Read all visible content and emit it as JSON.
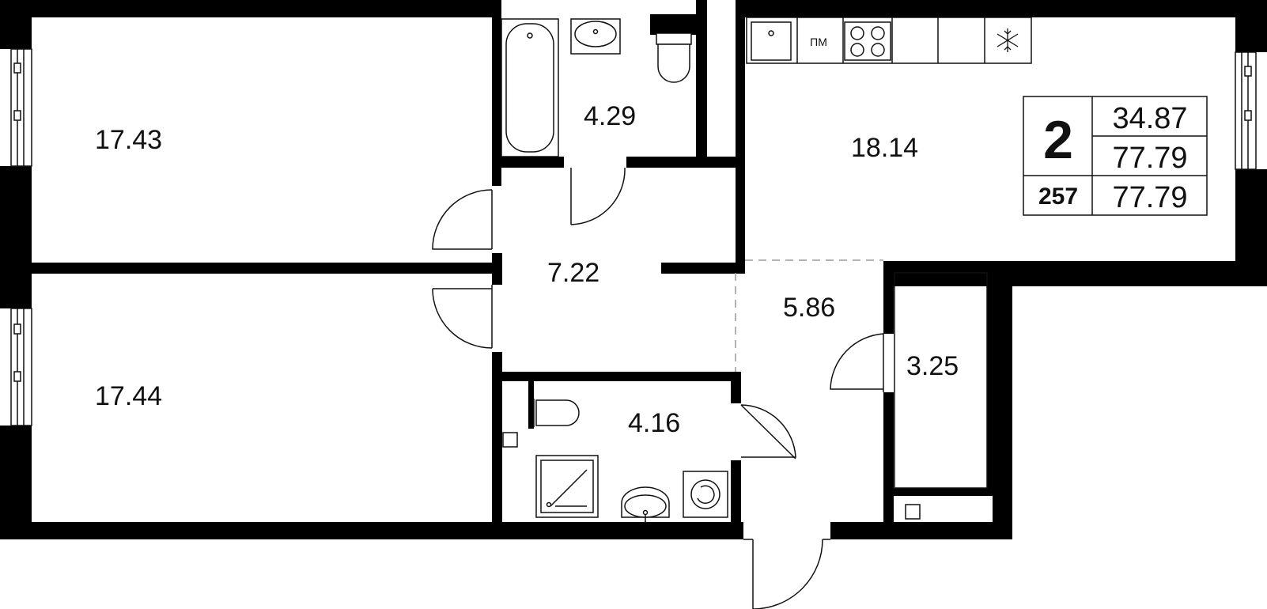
{
  "rooms": [
    {
      "id": "bedroom-1",
      "area": "17.43"
    },
    {
      "id": "bedroom-2",
      "area": "17.44"
    },
    {
      "id": "bathroom",
      "area": "4.29"
    },
    {
      "id": "hallway",
      "area": "7.22"
    },
    {
      "id": "kitchen-living",
      "area": "18.14"
    },
    {
      "id": "corridor",
      "area": "5.86"
    },
    {
      "id": "storage",
      "area": "3.25"
    },
    {
      "id": "shower-room",
      "area": "4.16"
    }
  ],
  "info": {
    "rooms_count": "2",
    "apartment_number": "257",
    "living_area": "34.87",
    "total_area": "77.79",
    "total_area_repeat": "77.79"
  },
  "kitchen": {
    "appliance_label": "ПМ"
  },
  "colors": {
    "wall": "#000000",
    "line": "#111111",
    "background": "#ffffff",
    "partition_dash": "#9a9a9a"
  },
  "icons": [
    "sink-icon",
    "dishwasher-icon",
    "stove-icon",
    "fridge-snowflake-icon",
    "bathtub-icon",
    "toilet-icon",
    "washbasin-icon",
    "shower-tray-icon",
    "washing-machine-icon",
    "window-icon",
    "door-swing-icon"
  ]
}
